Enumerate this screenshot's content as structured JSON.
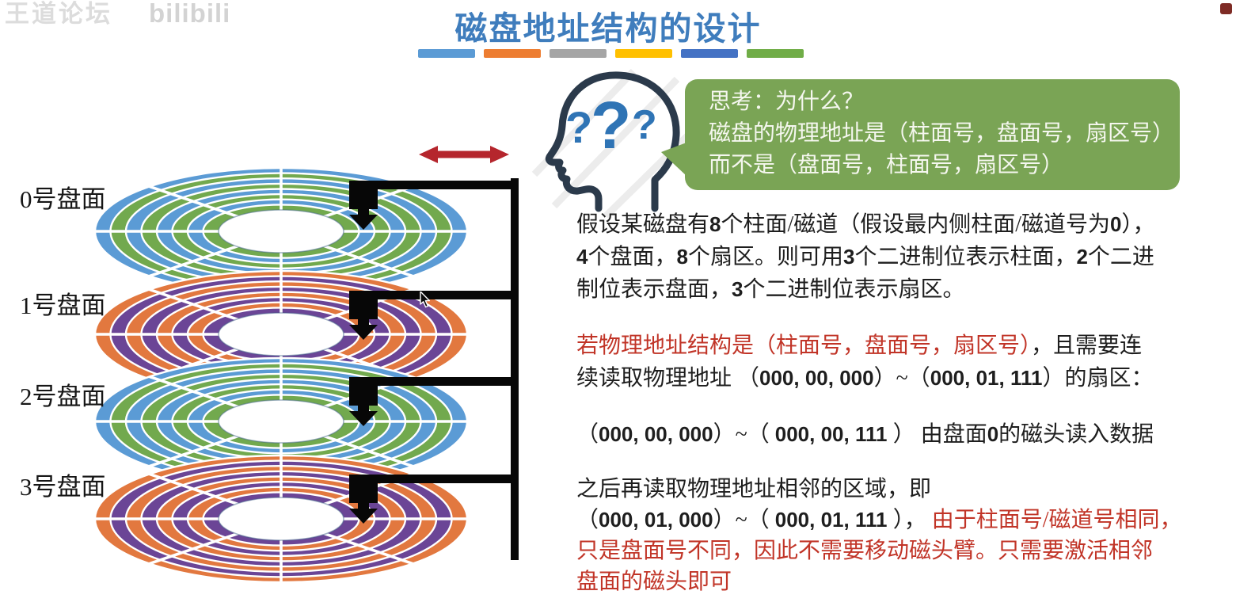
{
  "watermark": {
    "site": "王道论坛",
    "logo": "bilibili"
  },
  "header": {
    "title": "磁盘地址结构的设计",
    "title_color": "#3f7dbd",
    "accent_bars": [
      "#5b9bd5",
      "#ed7d31",
      "#a5a5a5",
      "#ffc000",
      "#4472c4",
      "#70ad47"
    ]
  },
  "thinking": {
    "bubble_color": "#7aa455",
    "head_color": "#2b3a4b",
    "qmark_color": "#2f74b5",
    "qmarks": [
      "?",
      "?",
      "?"
    ],
    "bubble_lines": [
      "思考：为什么？",
      "磁盘的物理地址是（柱面号，盘面号，扇区号）",
      "而不是（盘面号，柱面号，扇区号）"
    ]
  },
  "actuator": {
    "arrow_color": "#b5262d",
    "arm_color": "#070707"
  },
  "disks": {
    "tracks": 8,
    "sectors": 8,
    "items": [
      {
        "label": "0号盘面",
        "ring_colors": [
          "#5b9bd5",
          "#72a94e"
        ]
      },
      {
        "label": "1号盘面",
        "ring_colors": [
          "#e2783f",
          "#6b4596"
        ]
      },
      {
        "label": "2号盘面",
        "ring_colors": [
          "#5b9bd5",
          "#72a94e"
        ]
      },
      {
        "label": "3号盘面",
        "ring_colors": [
          "#e2783f",
          "#6b4596"
        ]
      }
    ]
  },
  "article": {
    "text_red": "#c13427",
    "paragraphs": {
      "p1": {
        "lines": [
          [
            {
              "t": "假设某磁盘有8个柱面/磁道（假设最内侧柱面/磁道号为0），"
            }
          ],
          [
            {
              "t": "4个盘面，8个扇区。则可用3个二进制位表示柱面，2个二进"
            }
          ],
          [
            {
              "t": "制位表示盘面，3个二进制位表示扇区。"
            }
          ]
        ]
      },
      "p2": {
        "lines": [
          [
            {
              "t": "若物理地址结构是（柱面号，盘面号，扇区号）",
              "red": true
            },
            {
              "t": "，且需要连"
            }
          ],
          [
            {
              "t": "续读取物理地址 （000, 00, 000）~（000, 01, 111）的扇区："
            }
          ]
        ]
      },
      "p3": {
        "lines": [
          [
            {
              "t": "（000, 00, 000）~（ 000, 00, 111 ） 由盘面0的磁头读入数据"
            }
          ]
        ]
      },
      "p4": {
        "lines": [
          [
            {
              "t": "之后再读取物理地址相邻的区域，即"
            }
          ],
          [
            {
              "t": "（000, 01, 000）~（ 000, 01, 111 ）， "
            },
            {
              "t": "由于柱面号/磁道号相同，",
              "red": true
            }
          ],
          [
            {
              "t": "只是盘面号不同，因此不需要移动磁头臂。只需要激活相邻",
              "red": true
            }
          ],
          [
            {
              "t": "盘面的磁头即可",
              "red": true
            }
          ]
        ]
      }
    }
  }
}
